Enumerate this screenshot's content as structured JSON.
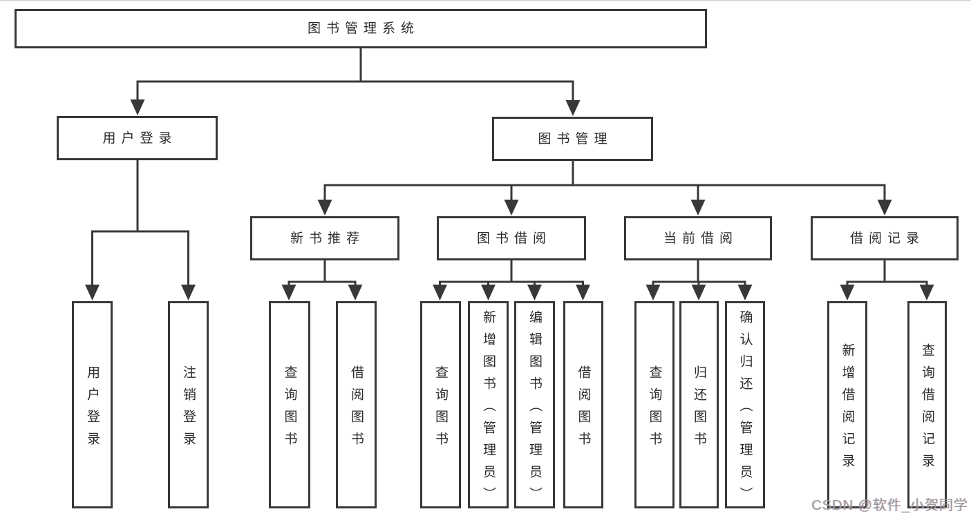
{
  "tree": {
    "root": {
      "label": "图书管理系统"
    },
    "level2": [
      {
        "id": "user-login",
        "label": "用户登录"
      },
      {
        "id": "book-management",
        "label": "图书管理"
      }
    ],
    "level3": [
      {
        "id": "new-book-recommendation",
        "label": "新书推荐",
        "parent": "图书管理"
      },
      {
        "id": "book-borrowing",
        "label": "图书借阅",
        "parent": "图书管理"
      },
      {
        "id": "current-borrowing",
        "label": "当前借阅",
        "parent": "图书管理"
      },
      {
        "id": "borrowing-records",
        "label": "借阅记录",
        "parent": "图书管理"
      }
    ],
    "level4": [
      {
        "id": "user-login",
        "label": "用户登录",
        "parent": "用户登录"
      },
      {
        "id": "logout",
        "label": "注销登录",
        "parent": "用户登录"
      },
      {
        "id": "query-books",
        "label": "查询图书",
        "parent": "新书推荐"
      },
      {
        "id": "borrow-books",
        "label": "借阅图书",
        "parent": "新书推荐"
      },
      {
        "id": "query-books",
        "label": "查询图书",
        "parent": "图书借阅"
      },
      {
        "id": "add-book-admin",
        "label": "新增图书（管理员）",
        "parent": "图书借阅"
      },
      {
        "id": "edit-book-admin",
        "label": "编辑图书（管理员）",
        "parent": "图书借阅"
      },
      {
        "id": "borrow-books",
        "label": "借阅图书",
        "parent": "图书借阅"
      },
      {
        "id": "query-books",
        "label": "查询图书",
        "parent": "当前借阅"
      },
      {
        "id": "return-books",
        "label": "归还图书",
        "parent": "当前借阅"
      },
      {
        "id": "confirm-return-admin",
        "label": "确认归还（管理员）",
        "parent": "当前借阅"
      },
      {
        "id": "add-borrow-record",
        "label": "新增借阅记录",
        "parent": "借阅记录"
      },
      {
        "id": "query-borrow-record",
        "label": "查询借阅记录",
        "parent": "借阅记录"
      }
    ],
    "colors": {
      "line": "#383838",
      "text": "#2b2b2b",
      "background": "#ffffff",
      "watermark": "#9a9a9a"
    }
  },
  "watermark": {
    "text": "CSDN @软件_小贺同学"
  }
}
